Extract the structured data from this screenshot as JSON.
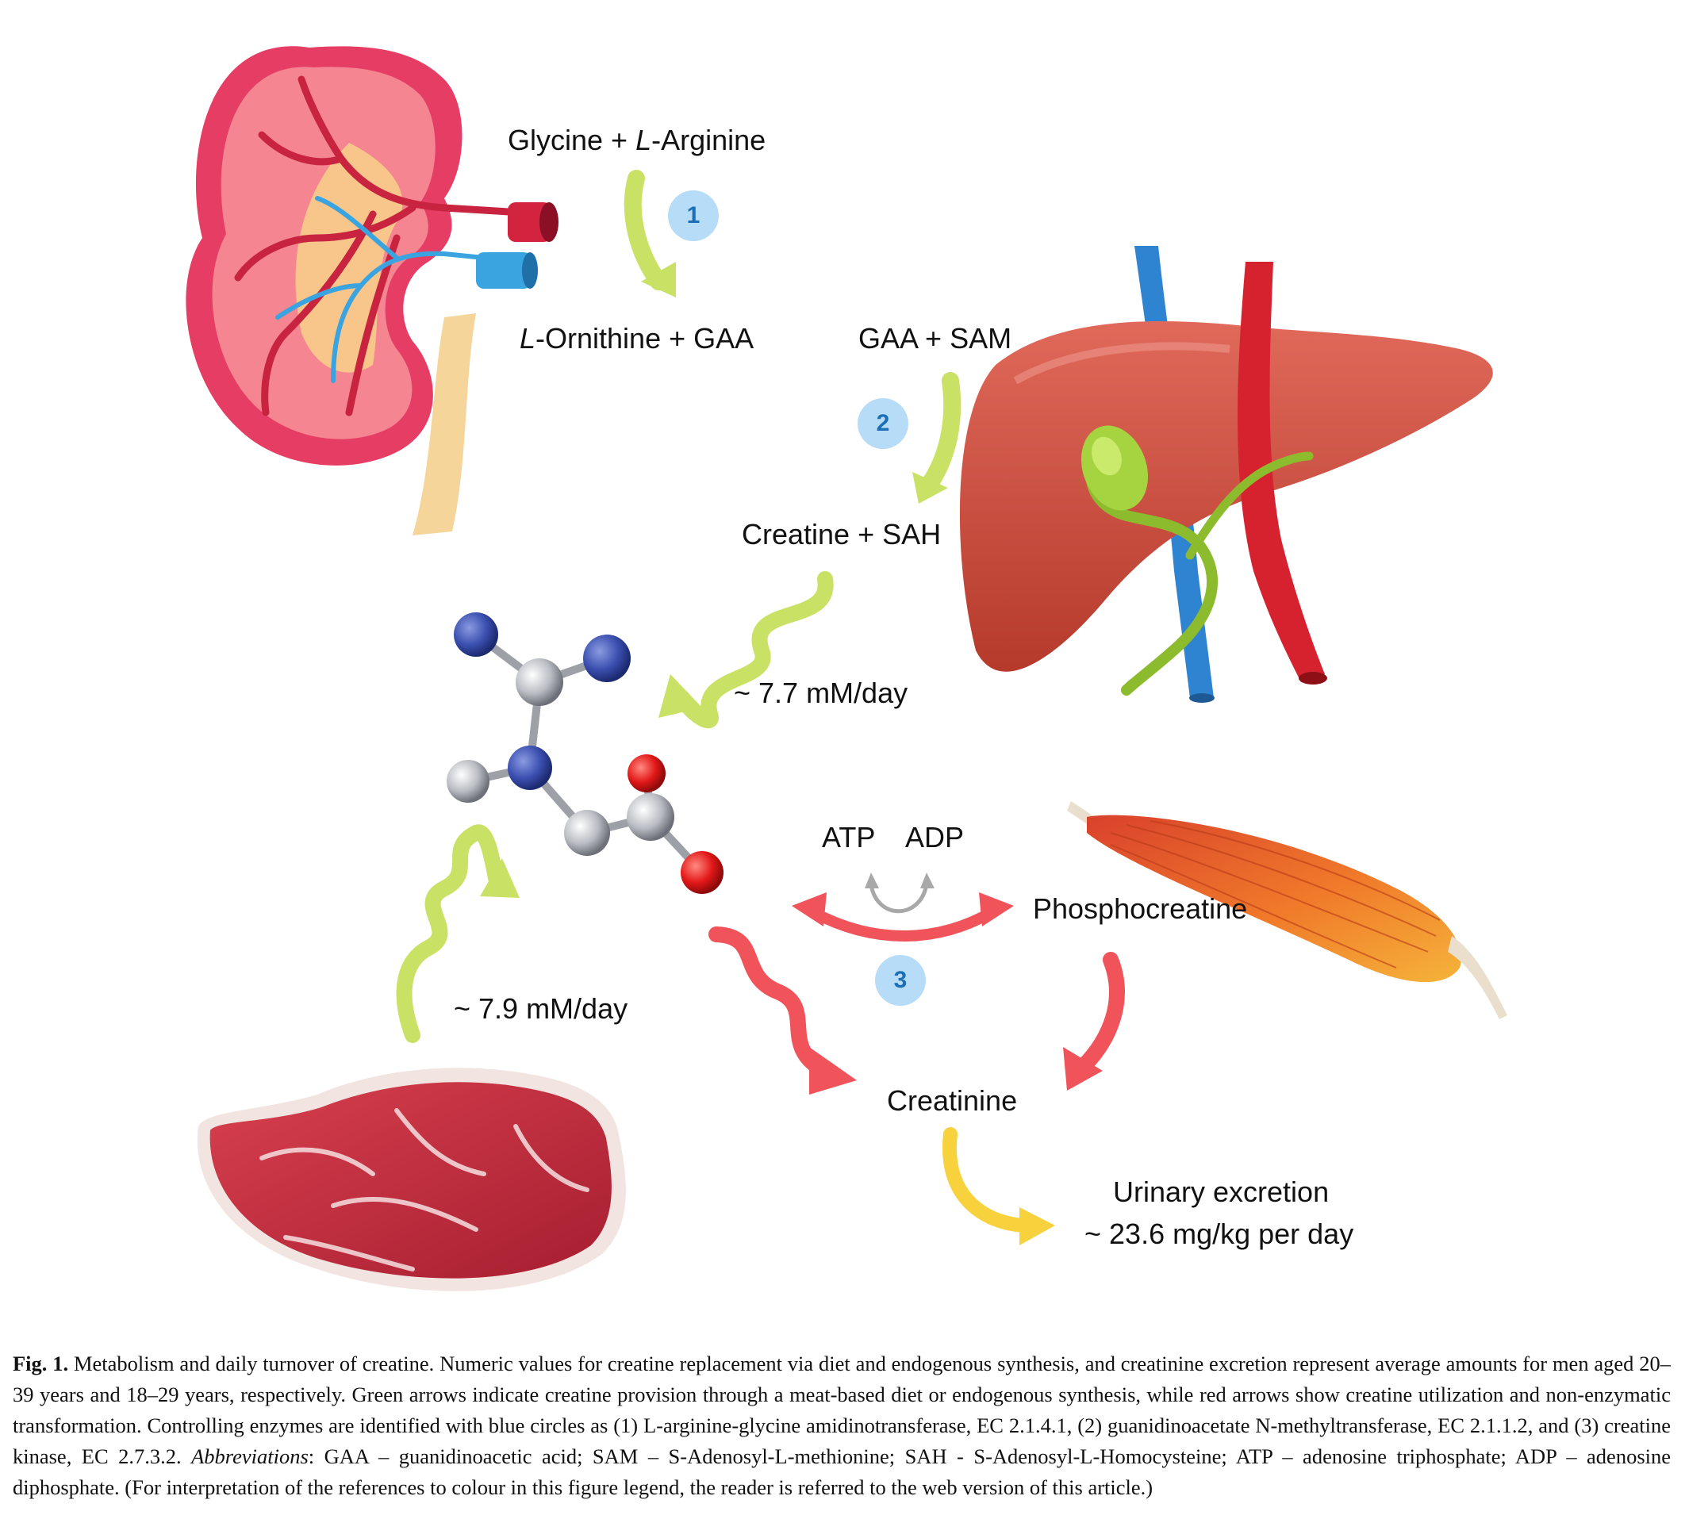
{
  "labels": {
    "reaction1_substrates": [
      "Glycine + ",
      "L",
      "-Arginine"
    ],
    "reaction1_products": [
      "L",
      "-Ornithine + GAA"
    ],
    "reaction2_substrates": "GAA + SAM",
    "reaction2_products": "Creatine + SAH",
    "endogenous_rate": "~ 7.7 mM/day",
    "diet_rate": "~ 7.9 mM/day",
    "atp": "ATP",
    "adp": "ADP",
    "phosphocreatine": "Phosphocreatine",
    "creatinine": "Creatinine",
    "urinary_excretion": "Urinary excretion",
    "urinary_rate": "~ 23.6 mg/kg per day"
  },
  "enzymes": [
    "1",
    "2",
    "3"
  ],
  "caption": {
    "fig_label": "Fig. 1.",
    "text": "Metabolism and daily turnover of creatine. Numeric values for creatine replacement via diet and endogenous synthesis, and creatinine excretion represent average amounts for men aged 20–39 years and 18–29 years, respectively. Green arrows indicate creatine provision through a meat-based diet or endogenous synthesis, while red arrows show creatine utilization and non-enzymatic transformation. Controlling enzymes are identified with blue circles as (1) L-arginine-glycine amidinotransferase, EC 2.1.4.1, (2) guanidinoacetate N-methyltransferase, EC 2.1.1.2, and (3) creatine kinase, EC 2.7.3.2.",
    "abbrev_label": "Abbreviations",
    "abbrev_text": ": GAA – guanidinoacetic acid; SAM – S-Adenosyl-L-methionine; SAH - S-Adenosyl-L-Homocysteine; ATP – adenosine triphosphate; ADP – adenosine diphosphate. (For interpretation of the references to colour in this figure legend, the reader is referred to the web version of this article.)"
  },
  "colors": {
    "green_arrow": "#c9e265",
    "red_arrow": "#f0545a",
    "yellow_arrow": "#f7d23c",
    "enzyme_circle": "#b7dcf7",
    "enzyme_text": "#1c6fb5"
  },
  "icons": [
    "kidney-icon",
    "liver-icon",
    "creatine-molecule-icon",
    "muscle-icon",
    "meat-icon"
  ]
}
